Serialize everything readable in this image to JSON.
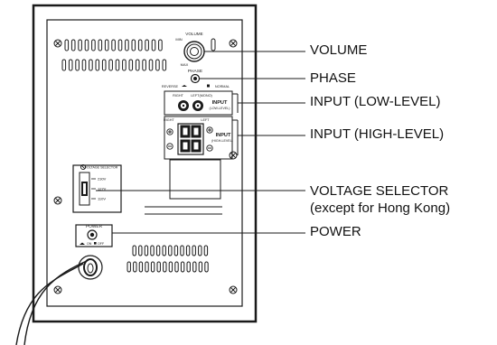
{
  "callouts": {
    "volume": "VOLUME",
    "phase": "PHASE",
    "input_low": "INPUT (LOW-LEVEL)",
    "input_high": "INPUT (HIGH-LEVEL)",
    "voltage_selector": "VOLTAGE SELECTOR",
    "voltage_selector_note": "(except for Hong Kong)",
    "power": "POWER"
  },
  "panel": {
    "volume": {
      "label": "VOLUME",
      "min": "MIN",
      "max": "MAX"
    },
    "phase": {
      "label": "PHASE",
      "reverse": "REVERSE",
      "normal": "NORMAL"
    },
    "input_low": {
      "right": "RIGHT",
      "left_mono": "LEFT(MONO)",
      "label": "INPUT",
      "sub": "(LOW-LEVEL)"
    },
    "input_high": {
      "right": "RIGHT",
      "left": "LEFT",
      "label": "INPUT",
      "sub": "(HIGH-LEVEL)"
    },
    "voltage": {
      "label": "VOLTAGE SELECTOR",
      "options": [
        "230V",
        "127V",
        "110V"
      ]
    },
    "power": {
      "label": "POWER",
      "on": "ON",
      "off": "OFF"
    }
  },
  "colors": {
    "line": "#1a1a1a",
    "background": "#ffffff"
  }
}
